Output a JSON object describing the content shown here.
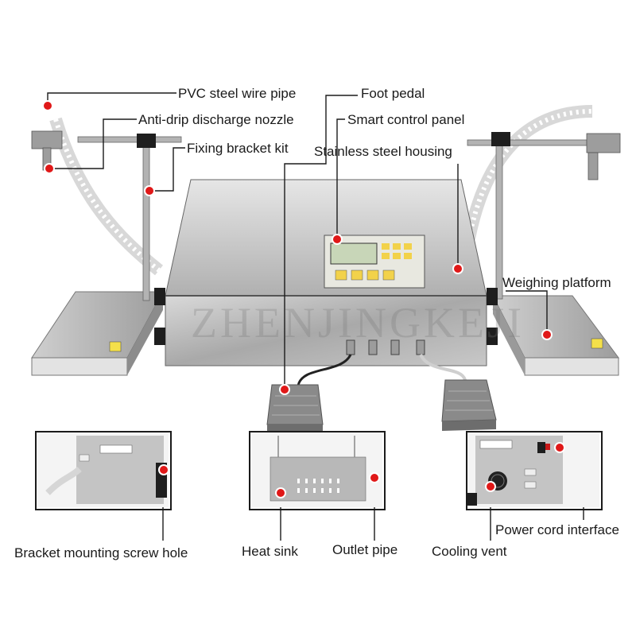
{
  "colors": {
    "marker": "#e01818",
    "steel": "#b9b9b9",
    "frame": "#1b1b1b",
    "pedal": "#8a8a8a"
  },
  "watermark": "ZHENJINGKEJI",
  "labels": {
    "pvc_pipe": "PVC steel wire pipe",
    "nozzle": "Anti-drip discharge nozzle",
    "bracket_kit": "Fixing bracket kit",
    "foot_pedal": "Foot pedal",
    "control_panel": "Smart control panel",
    "housing": "Stainless steel housing",
    "weighing": "Weighing platform",
    "screw_hole": "Bracket mounting screw hole",
    "heat_sink": "Heat sink",
    "outlet_pipe": "Outlet pipe",
    "cooling_vent": "Cooling vent",
    "power_cord": "Power cord interface"
  }
}
